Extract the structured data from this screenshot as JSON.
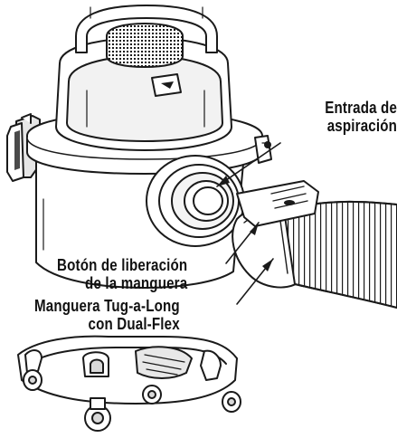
{
  "labels": {
    "intake": {
      "line1": "Entrada de",
      "line2": "aspiración"
    },
    "hose_release": {
      "line1": "Botón de liberación",
      "line2": "de la manguera"
    },
    "hose": {
      "line1": "Manguera Tug-a-Long",
      "line2": "con Dual-Flex"
    }
  },
  "colors": {
    "stroke": "#1a1a1a",
    "fill": "#ffffff",
    "shade": "#d9d9d9",
    "dark": "#4a4a4a"
  },
  "icons": [
    "wet-dry-vacuum-illustration",
    "vacuum-hose-illustration",
    "caster-wheel-icon"
  ]
}
